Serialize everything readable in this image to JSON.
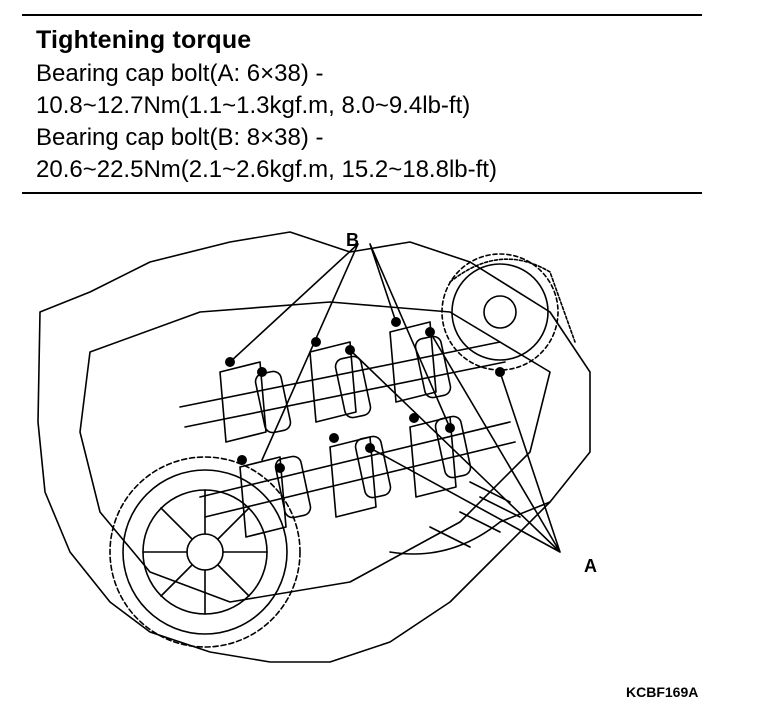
{
  "spec": {
    "title": "Tightening torque",
    "lines": [
      "Bearing cap bolt(A: 6×38) -",
      "10.8~12.7Nm(1.1~1.3kgf.m, 8.0~9.4lb-ft)",
      "Bearing cap bolt(B: 8×38) -",
      "20.6~22.5Nm(2.1~2.6kgf.m, 15.2~18.8lb-ft)"
    ]
  },
  "figure": {
    "label_b": "B",
    "label_a": "A",
    "code": "KCBF169A"
  }
}
